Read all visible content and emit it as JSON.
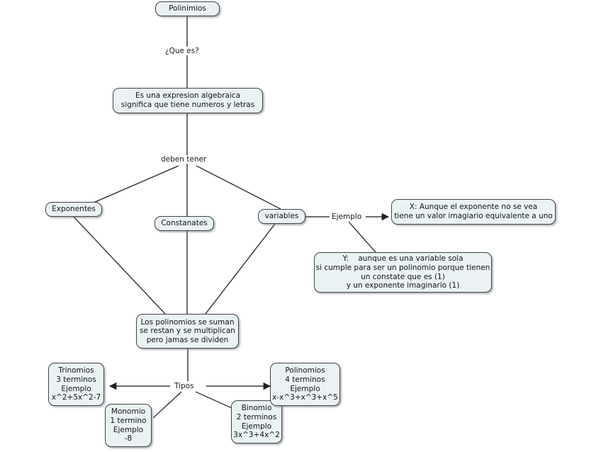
{
  "diagram": {
    "type": "concept-map",
    "title": "Polinimios",
    "background": "#ffffff",
    "node_fill": "#eaf2f4",
    "node_border": "#3f4448",
    "edge_color": "#3a3f43"
  },
  "nodes": {
    "root": {
      "text": "Polinimios"
    },
    "definition": {
      "lines": [
        "Es una expresion algebraica",
        "significa que tiene numeros y letras"
      ]
    },
    "exponentes": {
      "text": "Exponentes"
    },
    "constanates": {
      "text": "Constanates"
    },
    "variables": {
      "text": "variables"
    },
    "ejemplo_x": {
      "lines": [
        "X: Aunque el exponente no se vea",
        "tiene un valor imagiario equivalente a uno"
      ]
    },
    "ejemplo_y": {
      "lines": [
        "Y:    aunque es una variable sola",
        "si cumple para ser un polinomio porque tienen",
        "un constate que es (1)",
        "y un exponente imaginario (1)"
      ]
    },
    "operaciones": {
      "lines": [
        "Los polinomios se suman",
        "se restan y se multiplican",
        "pero jamas se dividen"
      ]
    },
    "trinomios": {
      "lines": [
        "Trinomios",
        "3 terminos",
        "Ejemplo",
        "x^2+5x^2-7"
      ]
    },
    "monomio": {
      "lines": [
        "Monomio",
        "1 termino",
        "Ejemplo",
        "-8"
      ]
    },
    "binomio": {
      "lines": [
        "Binomio",
        "2 terminos",
        "Ejemplo",
        "3x^3+4x^2"
      ]
    },
    "polinomios4": {
      "lines": [
        "Polinomios",
        "4 terminos",
        "Ejemplo",
        "x-x^3+x^3+x^5"
      ]
    }
  },
  "edge_labels": {
    "que_es": "¿Que es?",
    "deben_tener": "deben tener",
    "ejemplo": "Ejemplo",
    "tipos": "Tipos"
  }
}
